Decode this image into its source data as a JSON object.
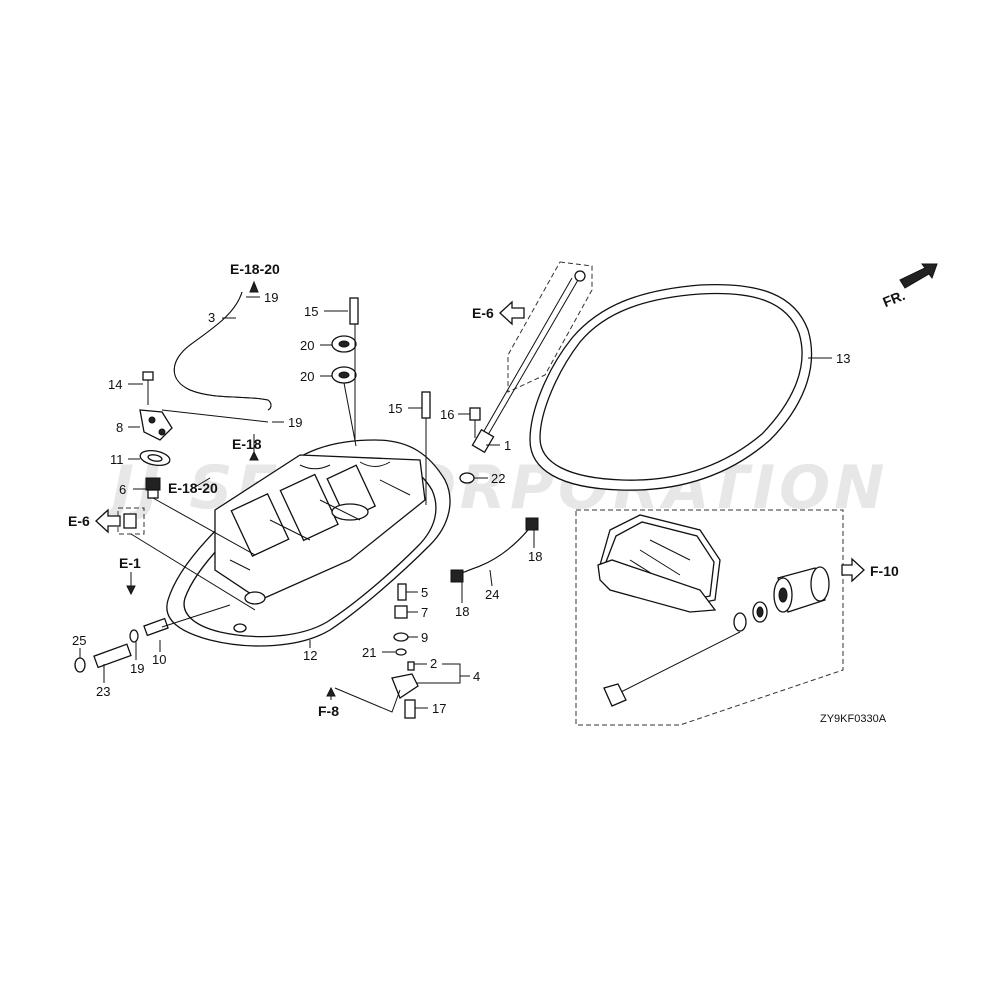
{
  "watermark": "JJ SEA CORPORATION",
  "diagram_code": "ZY9KF0330A",
  "direction_label": "FR.",
  "refs": {
    "e18_20_top": "E-18-20",
    "e18": "E-18",
    "e18_20_mid": "E-18-20",
    "e6_left": "E-6",
    "e6_right": "E-6",
    "e1": "E-1",
    "f8": "F-8",
    "f10": "F-10"
  },
  "callouts": {
    "c1": "1",
    "c2": "2",
    "c3": "3",
    "c4": "4",
    "c5": "5",
    "c6": "6",
    "c7": "7",
    "c8": "8",
    "c9": "9",
    "c10": "10",
    "c11": "11",
    "c12": "12",
    "c13": "13",
    "c14": "14",
    "c15a": "15",
    "c15b": "15",
    "c16": "16",
    "c17": "17",
    "c18a": "18",
    "c18b": "18",
    "c19a": "19",
    "c19b": "19",
    "c19c": "19",
    "c20a": "20",
    "c20b": "20",
    "c21": "21",
    "c22": "22",
    "c23": "23",
    "c24": "24",
    "c25": "25"
  }
}
